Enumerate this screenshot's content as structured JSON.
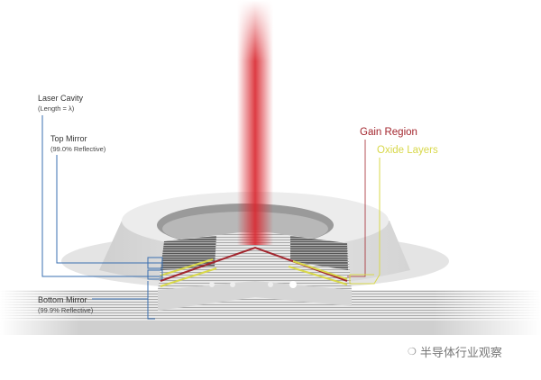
{
  "labels": {
    "laser_cavity": {
      "title": "Laser Cavity",
      "sub": "(Length = λ)"
    },
    "top_mirror": {
      "title": "Top Mirror",
      "sub": "(99.0% Reflective)"
    },
    "bottom_mirror": {
      "title": "Bottom Mirror",
      "sub": "(99.9% Reflective)"
    },
    "gain_region": "Gain Region",
    "oxide_layers": "Oxide Layers"
  },
  "watermark": {
    "text": "半导体行业观察",
    "icon": "wechat-icon"
  },
  "colors": {
    "beam": "#d9262e",
    "gain": "#a3262e",
    "oxide": "#d8d84a",
    "leader": "#3a6fb0"
  }
}
